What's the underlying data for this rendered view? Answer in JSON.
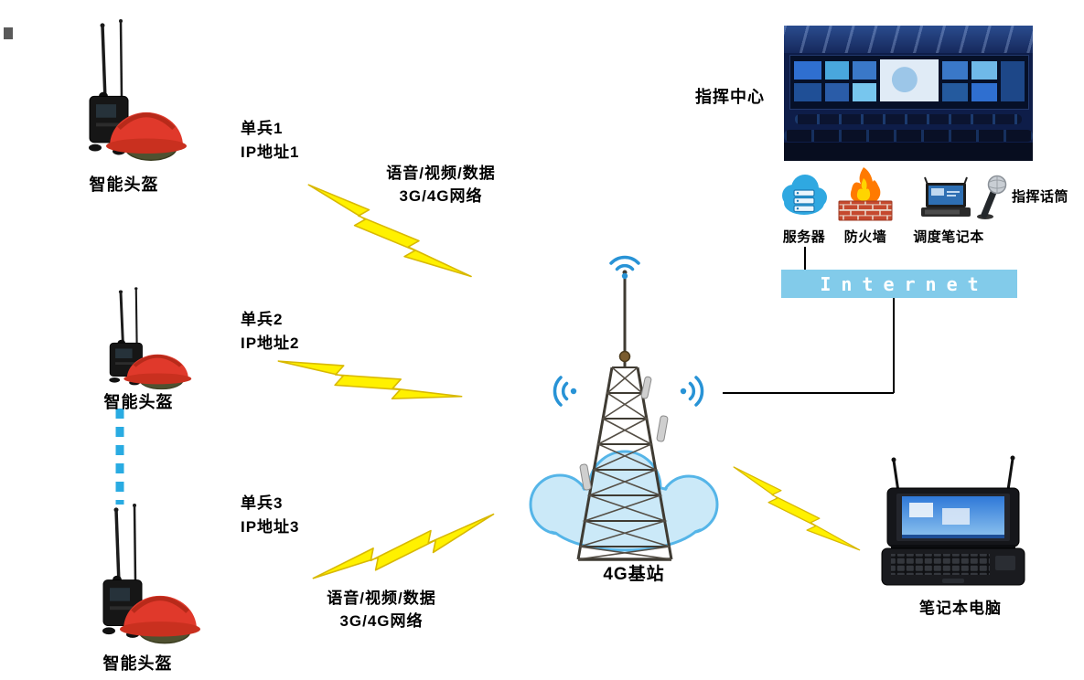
{
  "soldiers": [
    {
      "name_line": "单兵1",
      "ip_line": "IP地址1",
      "device_label": "智能头盔"
    },
    {
      "name_line": "单兵2",
      "ip_line": "IP地址2",
      "device_label": "智能头盔"
    },
    {
      "name_line": "单兵3",
      "ip_line": "IP地址3",
      "device_label": "智能头盔"
    }
  ],
  "notes": {
    "top": {
      "line1": "语音/视频/数据",
      "line2": "3G/4G网络"
    },
    "bottom": {
      "line1": "语音/视频/数据",
      "line2": "3G/4G网络"
    }
  },
  "base_station_label": "4G基站",
  "command_center_label": "指挥中心",
  "equipment_labels": {
    "server": "服务器",
    "firewall": "防火墙",
    "dispatch_laptop": "调度笔记本",
    "microphone": "指挥话筒"
  },
  "internet_label": "Internet",
  "laptop_label": "笔记本电脑",
  "icons": [
    "smart-helmet-icon",
    "lightning-bolt-icon",
    "cell-tower-icon",
    "network-cloud-icon",
    "wifi-signal-icon",
    "server-cloud-icon",
    "firewall-icon",
    "dispatch-laptop-icon",
    "microphone-icon",
    "rugged-laptop-icon",
    "command-room-photo"
  ],
  "colors": {
    "bolt_fill": "#FFF100",
    "bolt_stroke": "#D8B800",
    "internet_bar": "#82CBEA",
    "dotted_line": "#29ABE2",
    "wifi_blue": "#2893D6",
    "helmet_red": "#E0392B",
    "cloud_fill": "#CBE9F8",
    "cloud_stroke": "#55B5E8",
    "text": "#000000"
  }
}
